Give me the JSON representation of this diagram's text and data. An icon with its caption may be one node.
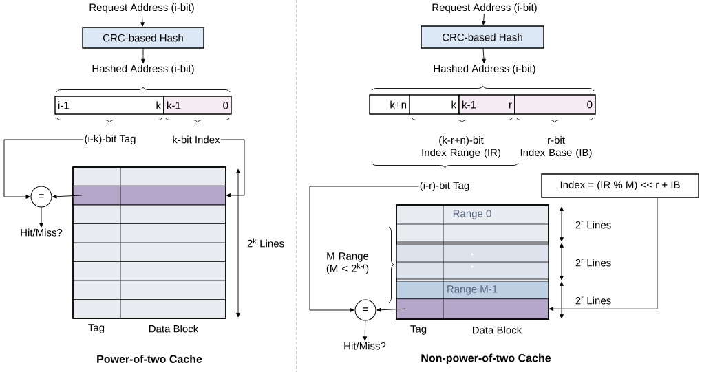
{
  "diagram": {
    "nodes": [
      {
        "text": [
          "Request Address (i-bit)"
        ]
      },
      {
        "text": [
          "CRC-based Hash"
        ]
      },
      {
        "text": [
          "Hashed Address (i-bit)"
        ]
      },
      {
        "text": [
          "i-1",
          "k"
        ]
      },
      {
        "text": [
          "k-1",
          "0"
        ]
      },
      {
        "text": [
          "(i-k)-bit Tag"
        ]
      },
      {
        "text": [
          "k-bit Index"
        ]
      },
      {
        "text": [],
        "shape": "box"
      },
      {
        "text": [],
        "shape": "bar",
        "in": 7
      },
      {
        "text": [
          "="
        ]
      },
      {
        "text": [
          "Hit/Miss?"
        ]
      },
      {
        "text": [
          "Request Address (i-bit)"
        ]
      },
      {
        "text": [
          "CRC-based Hash"
        ]
      },
      {
        "text": [
          "Hashed Address (i-bit)"
        ]
      },
      {
        "text": [
          "k+n"
        ]
      },
      {
        "text": [
          "k"
        ]
      },
      {
        "text": [
          "k-1",
          "r"
        ]
      },
      {
        "text": [
          "0"
        ]
      },
      {
        "text": [
          "(k-r+n)-bit Index Range (IR)"
        ]
      },
      {
        "text": [
          "r-bit Index Base (IB)"
        ]
      },
      {
        "text": [
          "(i-r)-bit Tag"
        ]
      },
      {
        "text": [
          "Index = (IR % M) << r + IB"
        ]
      },
      {
        "text": [],
        "shape": "box"
      },
      {
        "text": [],
        "shape": "bar",
        "in": 22
      },
      {
        "text": [
          "="
        ]
      },
      {
        "text": [
          "Hit/Miss?"
        ]
      }
    ],
    "edges": [
      {
        "from": 0,
        "to": 1,
        "arrow": "to"
      },
      {
        "from": 1,
        "to": 2,
        "arrow": "to"
      },
      {
        "from": 5,
        "to": 9,
        "arrow": "to"
      },
      {
        "from": 6,
        "to": 8,
        "arrow": "to"
      },
      {
        "from": 8,
        "to": 9,
        "arrow": "to"
      },
      {
        "from": 9,
        "to": 10,
        "arrow": "to"
      },
      {
        "from": 11,
        "to": 12,
        "arrow": "to"
      },
      {
        "from": 12,
        "to": 13,
        "arrow": "to"
      },
      {
        "from": 20,
        "to": 24,
        "arrow": "to"
      },
      {
        "from": 21,
        "to": 23,
        "arrow": "to"
      },
      {
        "from": 23,
        "to": 24,
        "arrow": "to"
      },
      {
        "from": 24,
        "to": 25,
        "arrow": "to"
      }
    ],
    "labels": [
      "Tag",
      "Data Block",
      "2$^{k}$ Lines",
      "Power-of-two Cache",
      "Range 0",
      "Range M-1",
      "M Range (M < 2$^{k-r}$)",
      "2$^{r}$ Lines",
      "2$^{r}$ Lines",
      "2$^{r}$ Lines",
      "Tag",
      "Data Block",
      "Non-power-of-two Cache"
    ]
  }
}
